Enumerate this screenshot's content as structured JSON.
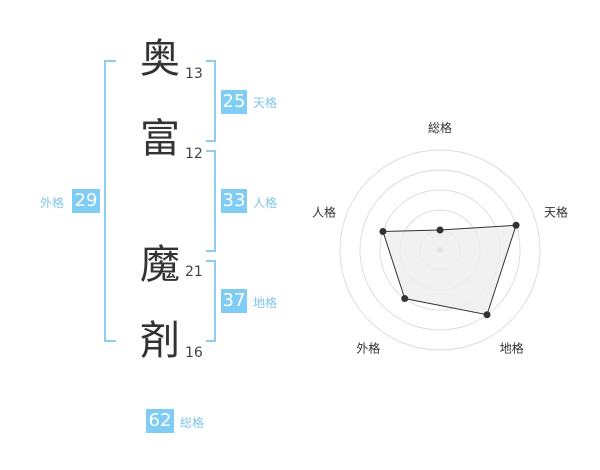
{
  "name_chars": [
    {
      "char": "奥",
      "strokes": "13"
    },
    {
      "char": "富",
      "strokes": "12"
    },
    {
      "char": "魔",
      "strokes": "21"
    },
    {
      "char": "剤",
      "strokes": "16"
    }
  ],
  "kaku": {
    "tenkaku": {
      "value": "25",
      "label": "天格"
    },
    "jinkaku": {
      "value": "33",
      "label": "人格"
    },
    "chikaku": {
      "value": "37",
      "label": "地格"
    },
    "gaikaku": {
      "value": "29",
      "label": "外格"
    },
    "soukaku": {
      "value": "62",
      "label": "総格"
    }
  },
  "chart_data": {
    "type": "radar",
    "axes": [
      "総格",
      "天格",
      "地格",
      "外格",
      "人格"
    ],
    "values": [
      1,
      4,
      4,
      3,
      3
    ],
    "rmax": 5,
    "colors": {
      "fill": "#eeeeee",
      "stroke": "#333333",
      "grid": "#dddddd",
      "center": "#bbbbbb"
    }
  },
  "colors": {
    "accent": "#7fccf4",
    "label": "#7fc6ea"
  }
}
